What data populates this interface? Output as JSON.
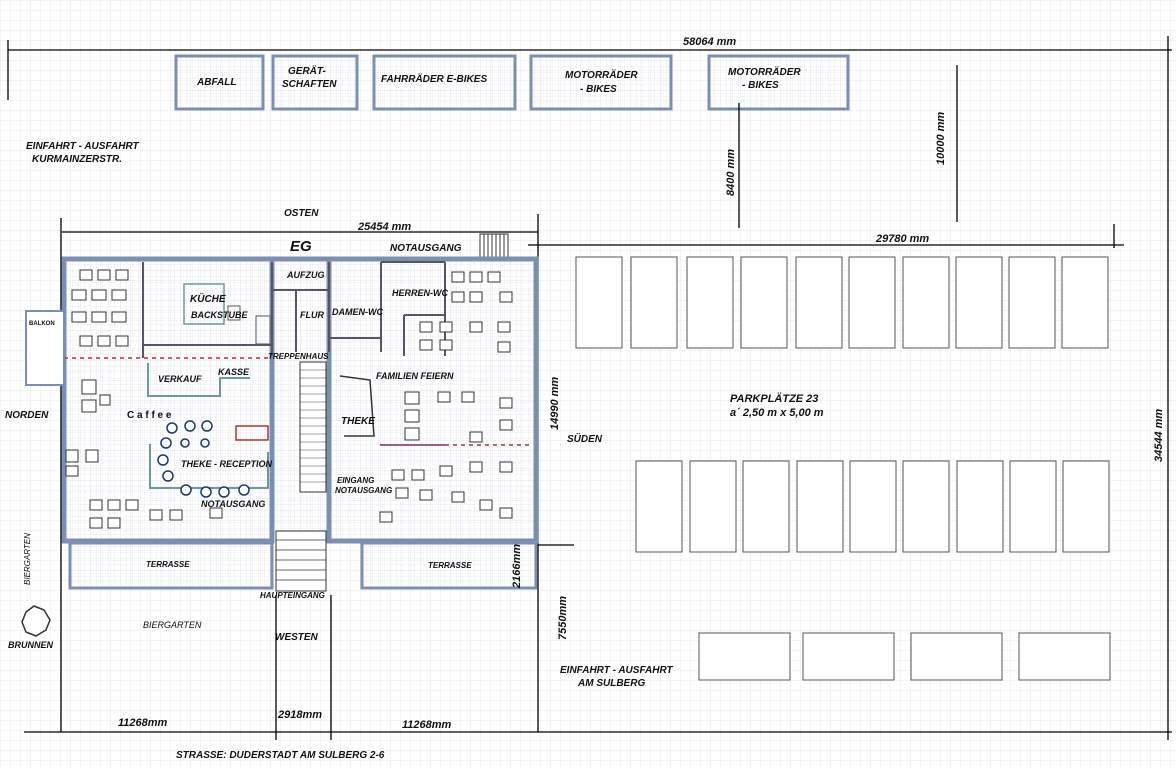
{
  "title": "EG",
  "directions": {
    "north": "NORDEN",
    "east": "OSTEN",
    "south": "SÜDEN",
    "west": "WESTEN"
  },
  "dimensions": {
    "total_width": "58064 mm",
    "building_width": "25454 mm",
    "parking_width": "29780 mm",
    "building_depth": "14990 mm",
    "total_depth": "34544 mm",
    "shed_depth": "10000 mm",
    "shed_offset": "8400 mm",
    "terrace_depth": "2166mm",
    "front_depth": "7550mm",
    "left_front": "11268mm",
    "entry_width": "2918mm",
    "right_front": "11268mm"
  },
  "outbuildings": [
    {
      "line1": "ABFALL",
      "line2": ""
    },
    {
      "line1": "GERÄT-",
      "line2": "SCHAFTEN"
    },
    {
      "line1": "FAHRRÄDER  E-BIKES",
      "line2": ""
    },
    {
      "line1": "MOTORRÄDER",
      "line2": "- BIKES"
    },
    {
      "line1": "MOTORRÄDER",
      "line2": "- BIKES"
    }
  ],
  "entrances": {
    "kurmainzer_line1": "EINFAHRT - AUSFAHRT",
    "kurmainzer_line2": "KURMAINZERSTR.",
    "sulberg_line1": "EINFAHRT - AUSFAHRT",
    "sulberg_line2": "AM SULBERG"
  },
  "rooms": {
    "balkon": "BALKON",
    "kueche": "KÜCHE",
    "backstube": "BACKSTUBE",
    "aufzug": "AUFZUG",
    "flur": "FLUR",
    "damen_wc": "DAMEN-WC",
    "herren_wc": "HERREN-WC",
    "treppenhaus": "TREPPENHAUS",
    "verkauf": "VERKAUF",
    "kasse": "KASSE",
    "caffee": "C a f f e e",
    "familien": "FAMILIEN  FEIERN",
    "theke": "THEKE",
    "theke_reception": "THEKE - RECEPTION",
    "notausgang_top": "NOTAUSGANG",
    "notausgang_left": "NOTAUSGANG",
    "eingang": "EINGANG",
    "eingang_notausgang": "NOTAUSGANG",
    "terrasse_left": "TERRASSE",
    "terrasse_right": "TERRASSE",
    "haupteingang": "HAUPTEINGANG",
    "biergarten": "BIERGARTEN",
    "biergarten_vertical": "BIERGARTEN",
    "brunnen": "BRUNNEN"
  },
  "parking": {
    "line1": "PARKPLÄTZE  23",
    "line2": "a´ 2,50 m x 5,00 m"
  },
  "street": "STRASSE:   DUDERSTADT AM SULBERG 2-6",
  "colors": {
    "grid": "#dfe4ee",
    "walls": "#7b8fb3",
    "ink": "#111111"
  }
}
